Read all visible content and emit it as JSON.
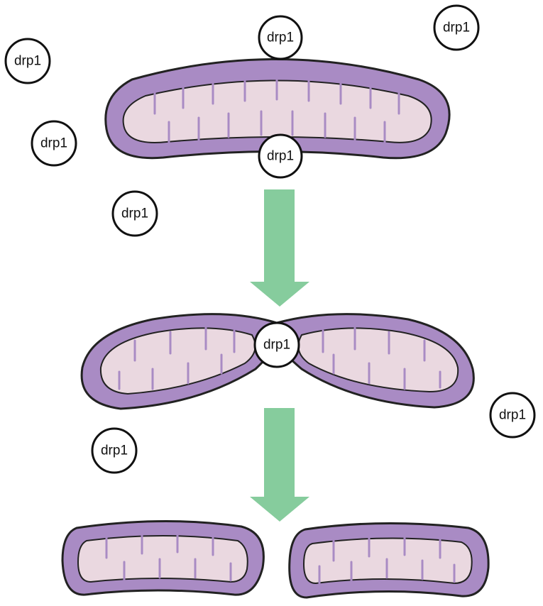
{
  "protein_label": "drp1",
  "colors": {
    "outer_membrane": "#a98bc4",
    "inner_membrane": "#ead8e0",
    "outline": "#222222",
    "arrow": "#86cc9d",
    "background": "#ffffff"
  },
  "stages": [
    {
      "name": "intact mitochondrion with drp1 recruited"
    },
    {
      "name": "drp1 constriction at fission site"
    },
    {
      "name": "two daughter mitochondria"
    }
  ]
}
